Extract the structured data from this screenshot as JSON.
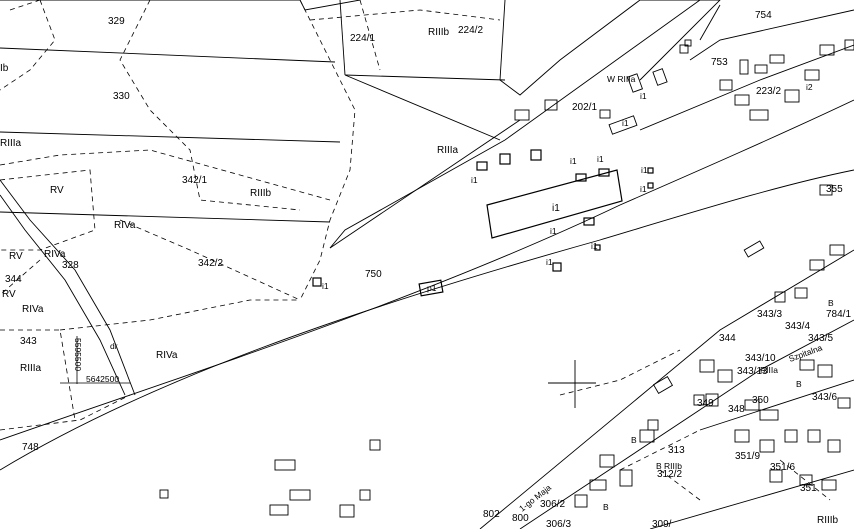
{
  "map": {
    "parcel_labels": [
      {
        "id": "p329",
        "text": "329"
      },
      {
        "id": "p330",
        "text": "330"
      },
      {
        "id": "p224_1",
        "text": "224/1"
      },
      {
        "id": "p224_2",
        "text": "224/2"
      },
      {
        "id": "p202_1",
        "text": "202/1"
      },
      {
        "id": "p342_1",
        "text": "342/1"
      },
      {
        "id": "p342_2",
        "text": "342/2"
      },
      {
        "id": "p328",
        "text": "328"
      },
      {
        "id": "p343",
        "text": "343"
      },
      {
        "id": "p344_left",
        "text": "344"
      },
      {
        "id": "p750",
        "text": "750"
      },
      {
        "id": "p748",
        "text": "748"
      },
      {
        "id": "p753",
        "text": "753"
      },
      {
        "id": "p754",
        "text": "754"
      },
      {
        "id": "p2232",
        "text": "223/2"
      },
      {
        "id": "p313",
        "text": "313"
      },
      {
        "id": "p312_2",
        "text": "312/2"
      },
      {
        "id": "p306_2",
        "text": "306/2"
      },
      {
        "id": "p306_3",
        "text": "306/3"
      },
      {
        "id": "p309",
        "text": "309/"
      },
      {
        "id": "p802",
        "text": "802"
      },
      {
        "id": "p800",
        "text": "800"
      },
      {
        "id": "p343_3",
        "text": "343/3"
      },
      {
        "id": "p343_4",
        "text": "343/4"
      },
      {
        "id": "p343_5",
        "text": "343/5"
      },
      {
        "id": "p343_10",
        "text": "343/10"
      },
      {
        "id": "p343_13",
        "text": "343/13"
      },
      {
        "id": "p344_right",
        "text": "344"
      },
      {
        "id": "p350",
        "text": "350"
      },
      {
        "id": "p348",
        "text": "348"
      },
      {
        "id": "p349",
        "text": "349"
      },
      {
        "id": "p351_9",
        "text": "351/9"
      },
      {
        "id": "p351_6",
        "text": "351/6"
      },
      {
        "id": "p784_1",
        "text": "784/1"
      },
      {
        "id": "p343_6",
        "text": "343/6"
      },
      {
        "id": "p351",
        "text": "351"
      },
      {
        "id": "p355",
        "text": "355"
      }
    ],
    "land_class_labels": [
      {
        "id": "c_rillb_top",
        "text": "RIIIb"
      },
      {
        "id": "c_rilla_mid",
        "text": "RIIIa"
      },
      {
        "id": "c_rillb_mid",
        "text": "RIIIb"
      },
      {
        "id": "c_rilla_left",
        "text": "RIIIa"
      },
      {
        "id": "c_rv_1",
        "text": "RV"
      },
      {
        "id": "c_rv_2",
        "text": "RV"
      },
      {
        "id": "c_rv_3",
        "text": "RV"
      },
      {
        "id": "c_riva_1",
        "text": "RIVa"
      },
      {
        "id": "c_riva_2",
        "text": "RIVa"
      },
      {
        "id": "c_riva_3",
        "text": "RIVa"
      },
      {
        "id": "c_riva_4",
        "text": "RIVa"
      },
      {
        "id": "c_rilla_bot",
        "text": "RIIIa"
      },
      {
        "id": "c_lb",
        "text": "Ib"
      },
      {
        "id": "c_wrilla",
        "text": "W RIIIa"
      },
      {
        "id": "c_rilla_right",
        "text": "RIIIa"
      },
      {
        "id": "c_rillb_br",
        "text": "RIIIb"
      },
      {
        "id": "c_rillb_b",
        "text": "B RIIIb"
      }
    ],
    "building_labels": [
      {
        "id": "b_main",
        "text": "i1"
      },
      {
        "id": "b_i1_a",
        "text": "i1"
      },
      {
        "id": "b_i1_b",
        "text": "i1"
      },
      {
        "id": "b_i1_c",
        "text": "i1"
      },
      {
        "id": "b_i1_d",
        "text": "i1"
      },
      {
        "id": "b_i1_e",
        "text": "i1"
      },
      {
        "id": "b_i1_f",
        "text": "i1"
      },
      {
        "id": "b_i1_g",
        "text": "i1"
      },
      {
        "id": "b_i1_h",
        "text": "i1"
      },
      {
        "id": "b_i1_i",
        "text": "i1"
      },
      {
        "id": "b_i1_j",
        "text": "i1"
      },
      {
        "id": "b_i1_k",
        "text": "i1"
      },
      {
        "id": "b_p1",
        "text": "p1"
      },
      {
        "id": "b_i2",
        "text": "i2"
      },
      {
        "id": "b_B_1",
        "text": "B"
      },
      {
        "id": "b_B_2",
        "text": "B"
      },
      {
        "id": "b_B_3",
        "text": "B"
      },
      {
        "id": "b_B_4",
        "text": "B"
      },
      {
        "id": "b_dr",
        "text": "dr"
      }
    ],
    "coordinates": [
      {
        "id": "coord_v",
        "text": "5595500"
      },
      {
        "id": "coord_h",
        "text": "5642500"
      }
    ],
    "street_labels": [
      {
        "id": "street_maja",
        "text": "1-go Maja"
      },
      {
        "id": "street_right",
        "text": "Szpitalna"
      }
    ]
  }
}
